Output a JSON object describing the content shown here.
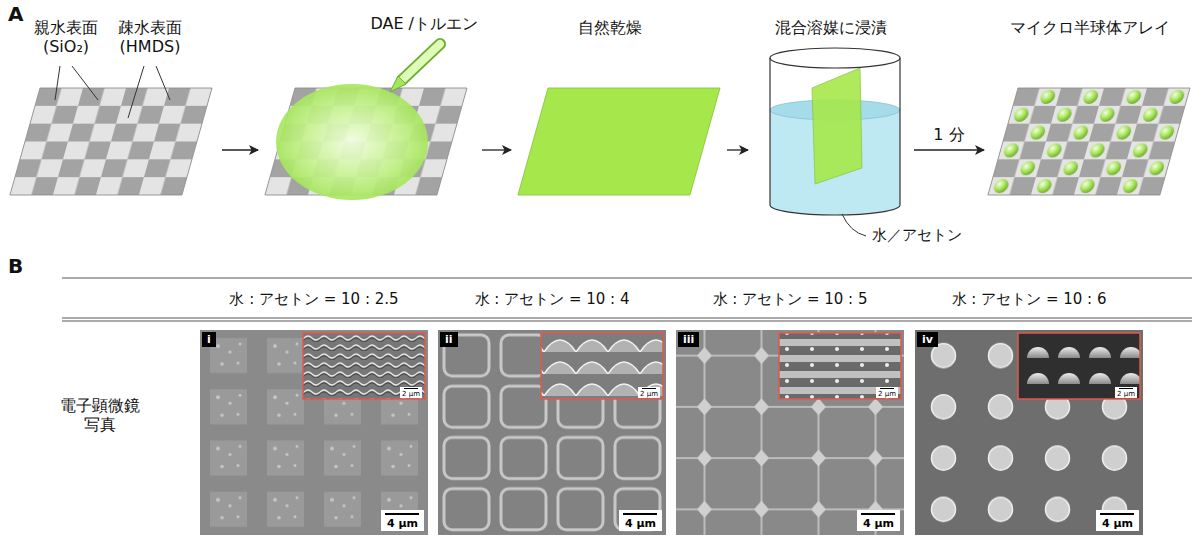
{
  "diagram": {
    "nodes": [
      {
        "text": [
          "親水表面 (SiO₂)",
          "疎水表面 (HMDS)"
        ]
      },
      {
        "text": [
          "DAE /トルエン"
        ]
      },
      {
        "text": [
          "自然乾燥"
        ]
      },
      {
        "text": [
          "混合溶媒に浸漬"
        ]
      },
      {
        "text": [
          "マイクロ半球体アレイ"
        ]
      },
      {
        "text": [
          "水 : アセトン = 10 : 2.5",
          "i",
          "4 μm",
          "2 μm"
        ]
      },
      {
        "text": [
          "水 : アセトン = 10 : 4",
          "ii",
          "4 μm",
          "2 μm"
        ]
      },
      {
        "text": [
          "水 : アセトン = 10 : 5",
          "iii",
          "4 μm",
          "2 μm"
        ]
      },
      {
        "text": [
          "水 : アセトン = 10 : 6",
          "iv",
          "4 μm",
          "2 μm"
        ]
      }
    ],
    "edges": [
      {
        "from": 0,
        "to": 1,
        "arrow": "to"
      },
      {
        "from": 1,
        "to": 2,
        "arrow": "to"
      },
      {
        "from": 2,
        "to": 3,
        "arrow": "to"
      },
      {
        "from": 3,
        "to": 4,
        "label": "1 分",
        "arrow": "to"
      }
    ],
    "labels": [
      "A",
      "B",
      "電子顕微鏡 写真",
      "水／アセトン"
    ]
  }
}
